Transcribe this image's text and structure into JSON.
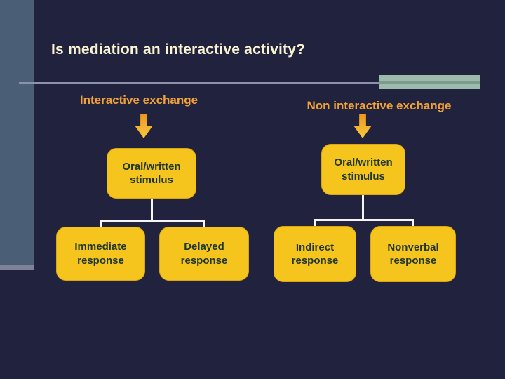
{
  "slide": {
    "title": "Is mediation an interactive activity?",
    "columns": [
      {
        "header": "Interactive exchange",
        "stimulus": "Oral/written\nstimulus",
        "responses": [
          "Immediate\nresponse",
          "Delayed\nresponse"
        ]
      },
      {
        "header": "Non interactive exchange",
        "stimulus": "Oral/written\nstimulus",
        "responses": [
          "Indirect\nresponse",
          "Nonverbal\nresponse"
        ]
      }
    ],
    "icons": {
      "down_arrow": "down-arrow"
    },
    "colors": {
      "background": "#20223E",
      "side_bar": "#4A5E76",
      "side_bar_edge": "#7D8297",
      "title_text": "#FAF3D1",
      "header_text": "#F2A336",
      "divider_line": "#8C92A8",
      "accent_rect": "#9CBBAD",
      "accent_rect_line": "#7C9A8E",
      "box_fill": "#F5C51D",
      "box_border": "#DBA613",
      "box_text": "#20372A",
      "connector": "#F5F5F5",
      "arrow_top": "#EE971D",
      "arrow_tip": "#F9C93C"
    }
  }
}
